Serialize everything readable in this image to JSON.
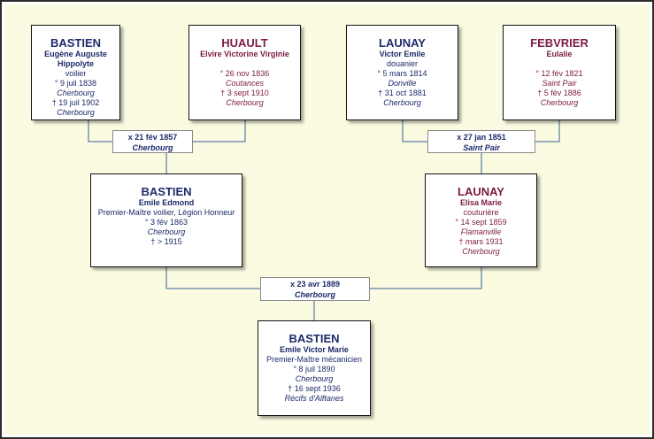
{
  "colors": {
    "male": "#1c2a6a",
    "female": "#7d1a44",
    "connector": "#3a5f9a"
  },
  "people": {
    "p1": {
      "surname": "BASTIEN",
      "given": "Eugène Auguste Hippolyte",
      "occupation": "voilier",
      "birth": "° 9 juil 1838",
      "birth_place": "Cherbourg",
      "death": "† 19 juil 1902",
      "death_place": "Cherbourg"
    },
    "p2": {
      "surname": "HUAULT",
      "given": "Elvire Victorine Virginie",
      "birth": "° 26 nov 1836",
      "birth_place": "Coutances",
      "death": "† 3 sept 1910",
      "death_place": "Cherbourg"
    },
    "p3": {
      "surname": "LAUNAY",
      "given": "Victor Emile",
      "occupation": "douanier",
      "birth": "° 5 mars 1814",
      "birth_place": "Donville",
      "death": "† 31 oct 1881",
      "death_place": "Cherbourg"
    },
    "p4": {
      "surname": "FEBVRIER",
      "given": "Eulalie",
      "birth": "° 12 fév 1821",
      "birth_place": "Saint Pair",
      "death": "† 5 fév 1886",
      "death_place": "Cherbourg"
    },
    "p5": {
      "surname": "BASTIEN",
      "given": "Emile Edmond",
      "occupation": "Premier-Maître voilier, Légion Honneur",
      "birth": "° 3 fév 1863",
      "birth_place": "Cherbourg",
      "death": "† > 1915"
    },
    "p6": {
      "surname": "LAUNAY",
      "given": "Elisa Marie",
      "occupation": "couturière",
      "birth": "° 14 sept 1859",
      "birth_place": "Flamanville",
      "death": "† mars 1931",
      "death_place": "Cherbourg"
    },
    "p7": {
      "surname": "BASTIEN",
      "given": "Emile Victor Marie",
      "occupation": "Premier-Maître mécanicien",
      "birth": "° 8 juil 1890",
      "birth_place": "Cherbourg",
      "death": "† 16 sept 1936",
      "death_place": "Récifs d'Alftanes"
    }
  },
  "marriages": {
    "m1": {
      "date": "x 21 fév 1857",
      "place": "Cherbourg"
    },
    "m2": {
      "date": "x 27 jan 1851",
      "place": "Saint Pair"
    },
    "m3": {
      "date": "x 23 avr 1889",
      "place": "Cherbourg"
    }
  }
}
